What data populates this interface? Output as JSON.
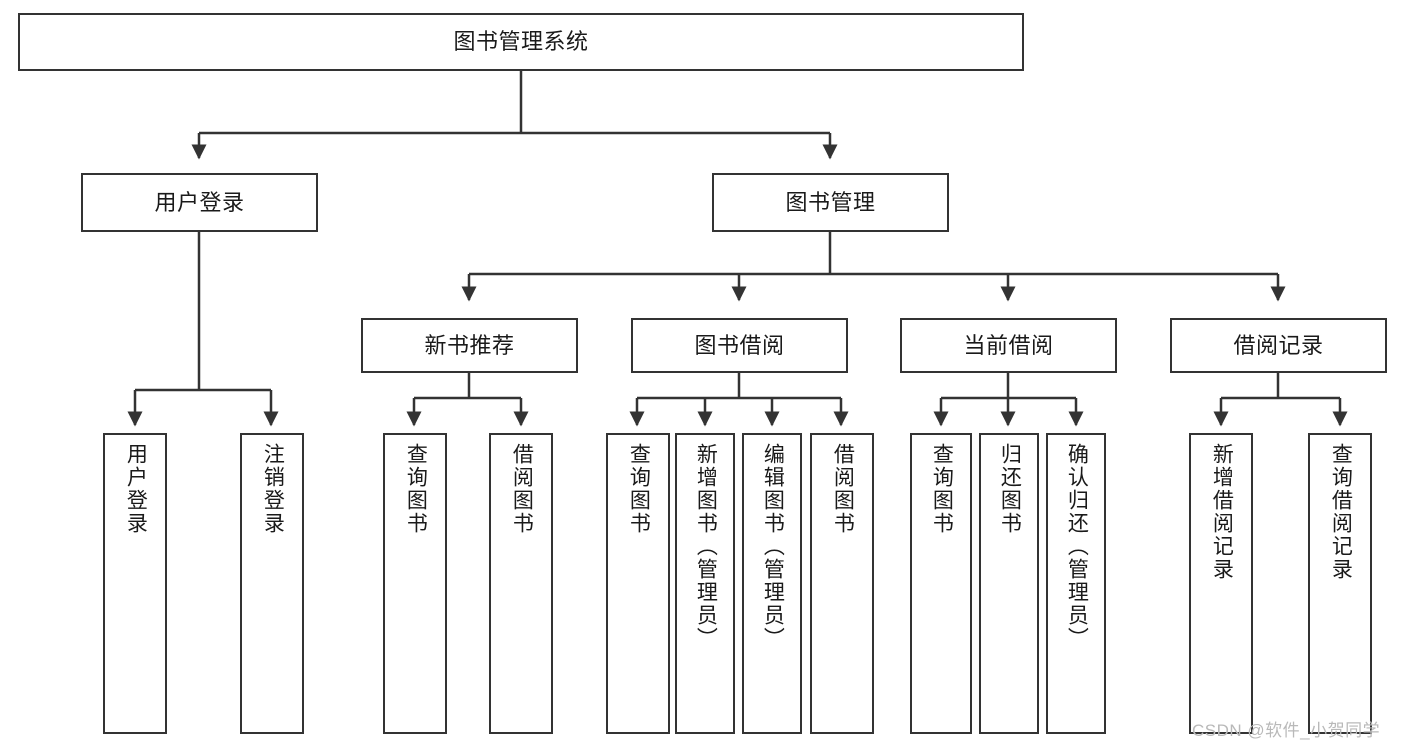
{
  "diagram": {
    "title": "图书管理系统",
    "type": "tree",
    "background_color": "#ffffff",
    "border_color": "#333333",
    "text_color": "#1a1a1a"
  },
  "watermark": {
    "text": "CSDN @软件_小贺同学",
    "color": "#b9b9b9"
  },
  "nodes": {
    "root": {
      "label": "图书管理系统"
    },
    "level2": [
      {
        "label": "用户登录"
      },
      {
        "label": "图书管理"
      }
    ],
    "level3": [
      {
        "label": "新书推荐"
      },
      {
        "label": "图书借阅"
      },
      {
        "label": "当前借阅"
      },
      {
        "label": "借阅记录"
      }
    ],
    "leaves": [
      {
        "label": "用户登录"
      },
      {
        "label": "注销登录"
      },
      {
        "label": "查询图书"
      },
      {
        "label": "借阅图书"
      },
      {
        "label": "查询图书"
      },
      {
        "label": "新增图书（管理员）"
      },
      {
        "label": "编辑图书（管理员）"
      },
      {
        "label": "借阅图书"
      },
      {
        "label": "查询图书"
      },
      {
        "label": "归还图书"
      },
      {
        "label": "确认归还（管理员）"
      },
      {
        "label": "新增借阅记录"
      },
      {
        "label": "查询借阅记录"
      }
    ]
  }
}
